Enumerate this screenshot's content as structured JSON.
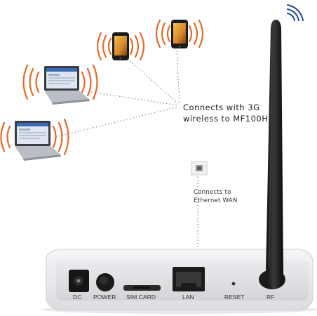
{
  "annotations": {
    "wireless_line1": "Connects with 3G",
    "wireless_line2": "wireless to MF100H",
    "wan_line1": "Connects to",
    "wan_line2": "Ethernet WAN"
  },
  "ports": {
    "dc": "DC",
    "power": "POWER",
    "sim": "SIM CARD",
    "lan": "LAN",
    "reset": "RESET",
    "rf": "RF"
  },
  "colors": {
    "signal_orange": "#e8692a",
    "signal_blue": "#1f4aa0",
    "router_body": "#e9eaec",
    "antenna": "#1f1f1f",
    "dotted_line": "#777777"
  },
  "icons": [
    "phone-icon",
    "phone-icon",
    "laptop-icon",
    "laptop-icon",
    "wifi-signal-icon",
    "ethernet-wall-jack-icon",
    "router-icon",
    "antenna-icon"
  ]
}
